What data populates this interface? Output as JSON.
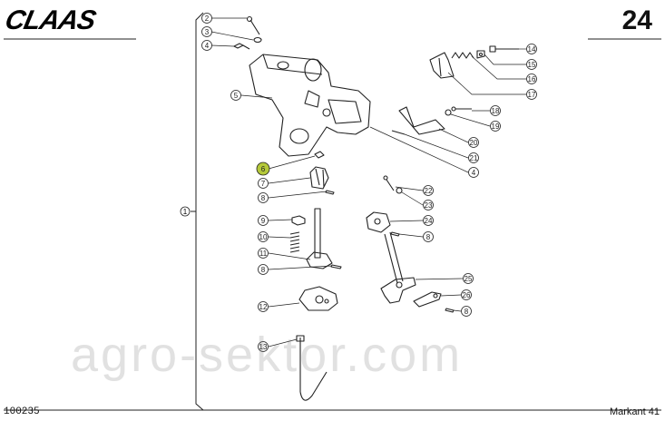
{
  "header": {
    "brand": "CLAAS",
    "page_number": "24"
  },
  "footer": {
    "document_code": "100235",
    "machine": "Markant 41"
  },
  "watermark": "agro-sektor.com",
  "colors": {
    "highlight": "#b5c93a",
    "ink": "#222222"
  },
  "assembly_label": "1",
  "callouts": [
    {
      "id": "2",
      "label": "2"
    },
    {
      "id": "3",
      "label": "3"
    },
    {
      "id": "4",
      "label": "4"
    },
    {
      "id": "5",
      "label": "5"
    },
    {
      "id": "6",
      "label": "6",
      "highlight": true
    },
    {
      "id": "7",
      "label": "7"
    },
    {
      "id": "8a",
      "label": "8"
    },
    {
      "id": "9",
      "label": "9"
    },
    {
      "id": "10",
      "label": "10"
    },
    {
      "id": "11",
      "label": "11"
    },
    {
      "id": "8b",
      "label": "8"
    },
    {
      "id": "12",
      "label": "12"
    },
    {
      "id": "13",
      "label": "13"
    },
    {
      "id": "14",
      "label": "14"
    },
    {
      "id": "15",
      "label": "15"
    },
    {
      "id": "16",
      "label": "16"
    },
    {
      "id": "17",
      "label": "17"
    },
    {
      "id": "18",
      "label": "18"
    },
    {
      "id": "19",
      "label": "19"
    },
    {
      "id": "20",
      "label": "20"
    },
    {
      "id": "21",
      "label": "21"
    },
    {
      "id": "4b",
      "label": "4"
    },
    {
      "id": "22",
      "label": "22"
    },
    {
      "id": "23",
      "label": "23"
    },
    {
      "id": "24",
      "label": "24"
    },
    {
      "id": "8c",
      "label": "8"
    },
    {
      "id": "25",
      "label": "25"
    },
    {
      "id": "26",
      "label": "26"
    },
    {
      "id": "8d",
      "label": "8"
    }
  ]
}
